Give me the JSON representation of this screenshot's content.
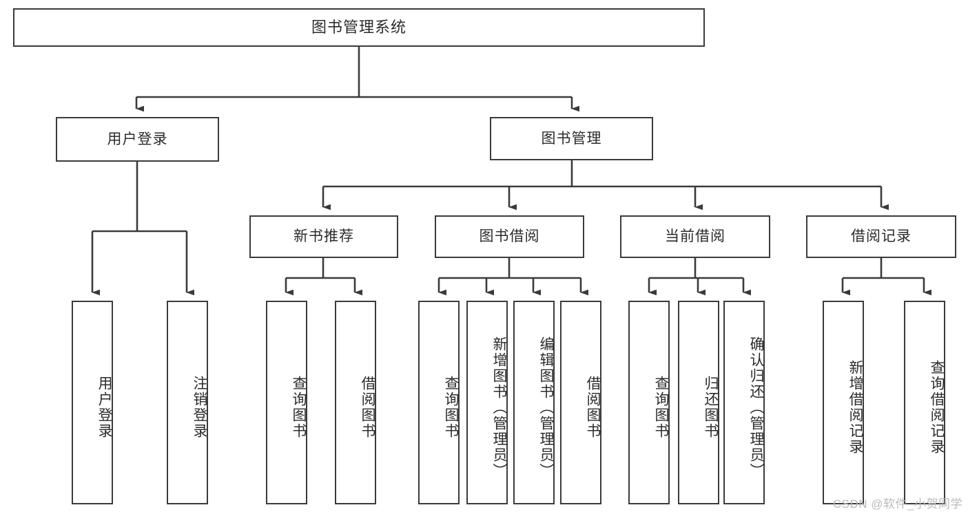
{
  "diagram": {
    "title": "图书管理系统",
    "type": "hierarchy-tree",
    "root": {
      "label": "图书管理系统"
    },
    "level2": [
      {
        "label": "用户登录"
      },
      {
        "label": "图书管理"
      }
    ],
    "level3": [
      {
        "label": "新书推荐"
      },
      {
        "label": "图书借阅"
      },
      {
        "label": "当前借阅"
      },
      {
        "label": "借阅记录"
      }
    ],
    "leaves": {
      "user_login": [
        {
          "label": "用户登录"
        },
        {
          "label": "注销登录"
        }
      ],
      "new_book_recommend": [
        {
          "label": "查询图书"
        },
        {
          "label": "借阅图书"
        }
      ],
      "book_borrow": [
        {
          "label": "查询图书"
        },
        {
          "label": "新增图书（管理员）"
        },
        {
          "label": "编辑图书（管理员）"
        },
        {
          "label": "借阅图书"
        }
      ],
      "current_borrow": [
        {
          "label": "查询图书"
        },
        {
          "label": "归还图书"
        },
        {
          "label": "确认归还（管理员）"
        }
      ],
      "borrow_record": [
        {
          "label": "新增借阅记录"
        },
        {
          "label": "查询借阅记录"
        }
      ]
    }
  },
  "watermark": {
    "text": "CSDN @软件_小贺同学"
  },
  "colors": {
    "stroke": "#3a3a3a",
    "background": "#ffffff",
    "text": "#2b2b2b",
    "watermark": "#b9b9b9"
  }
}
